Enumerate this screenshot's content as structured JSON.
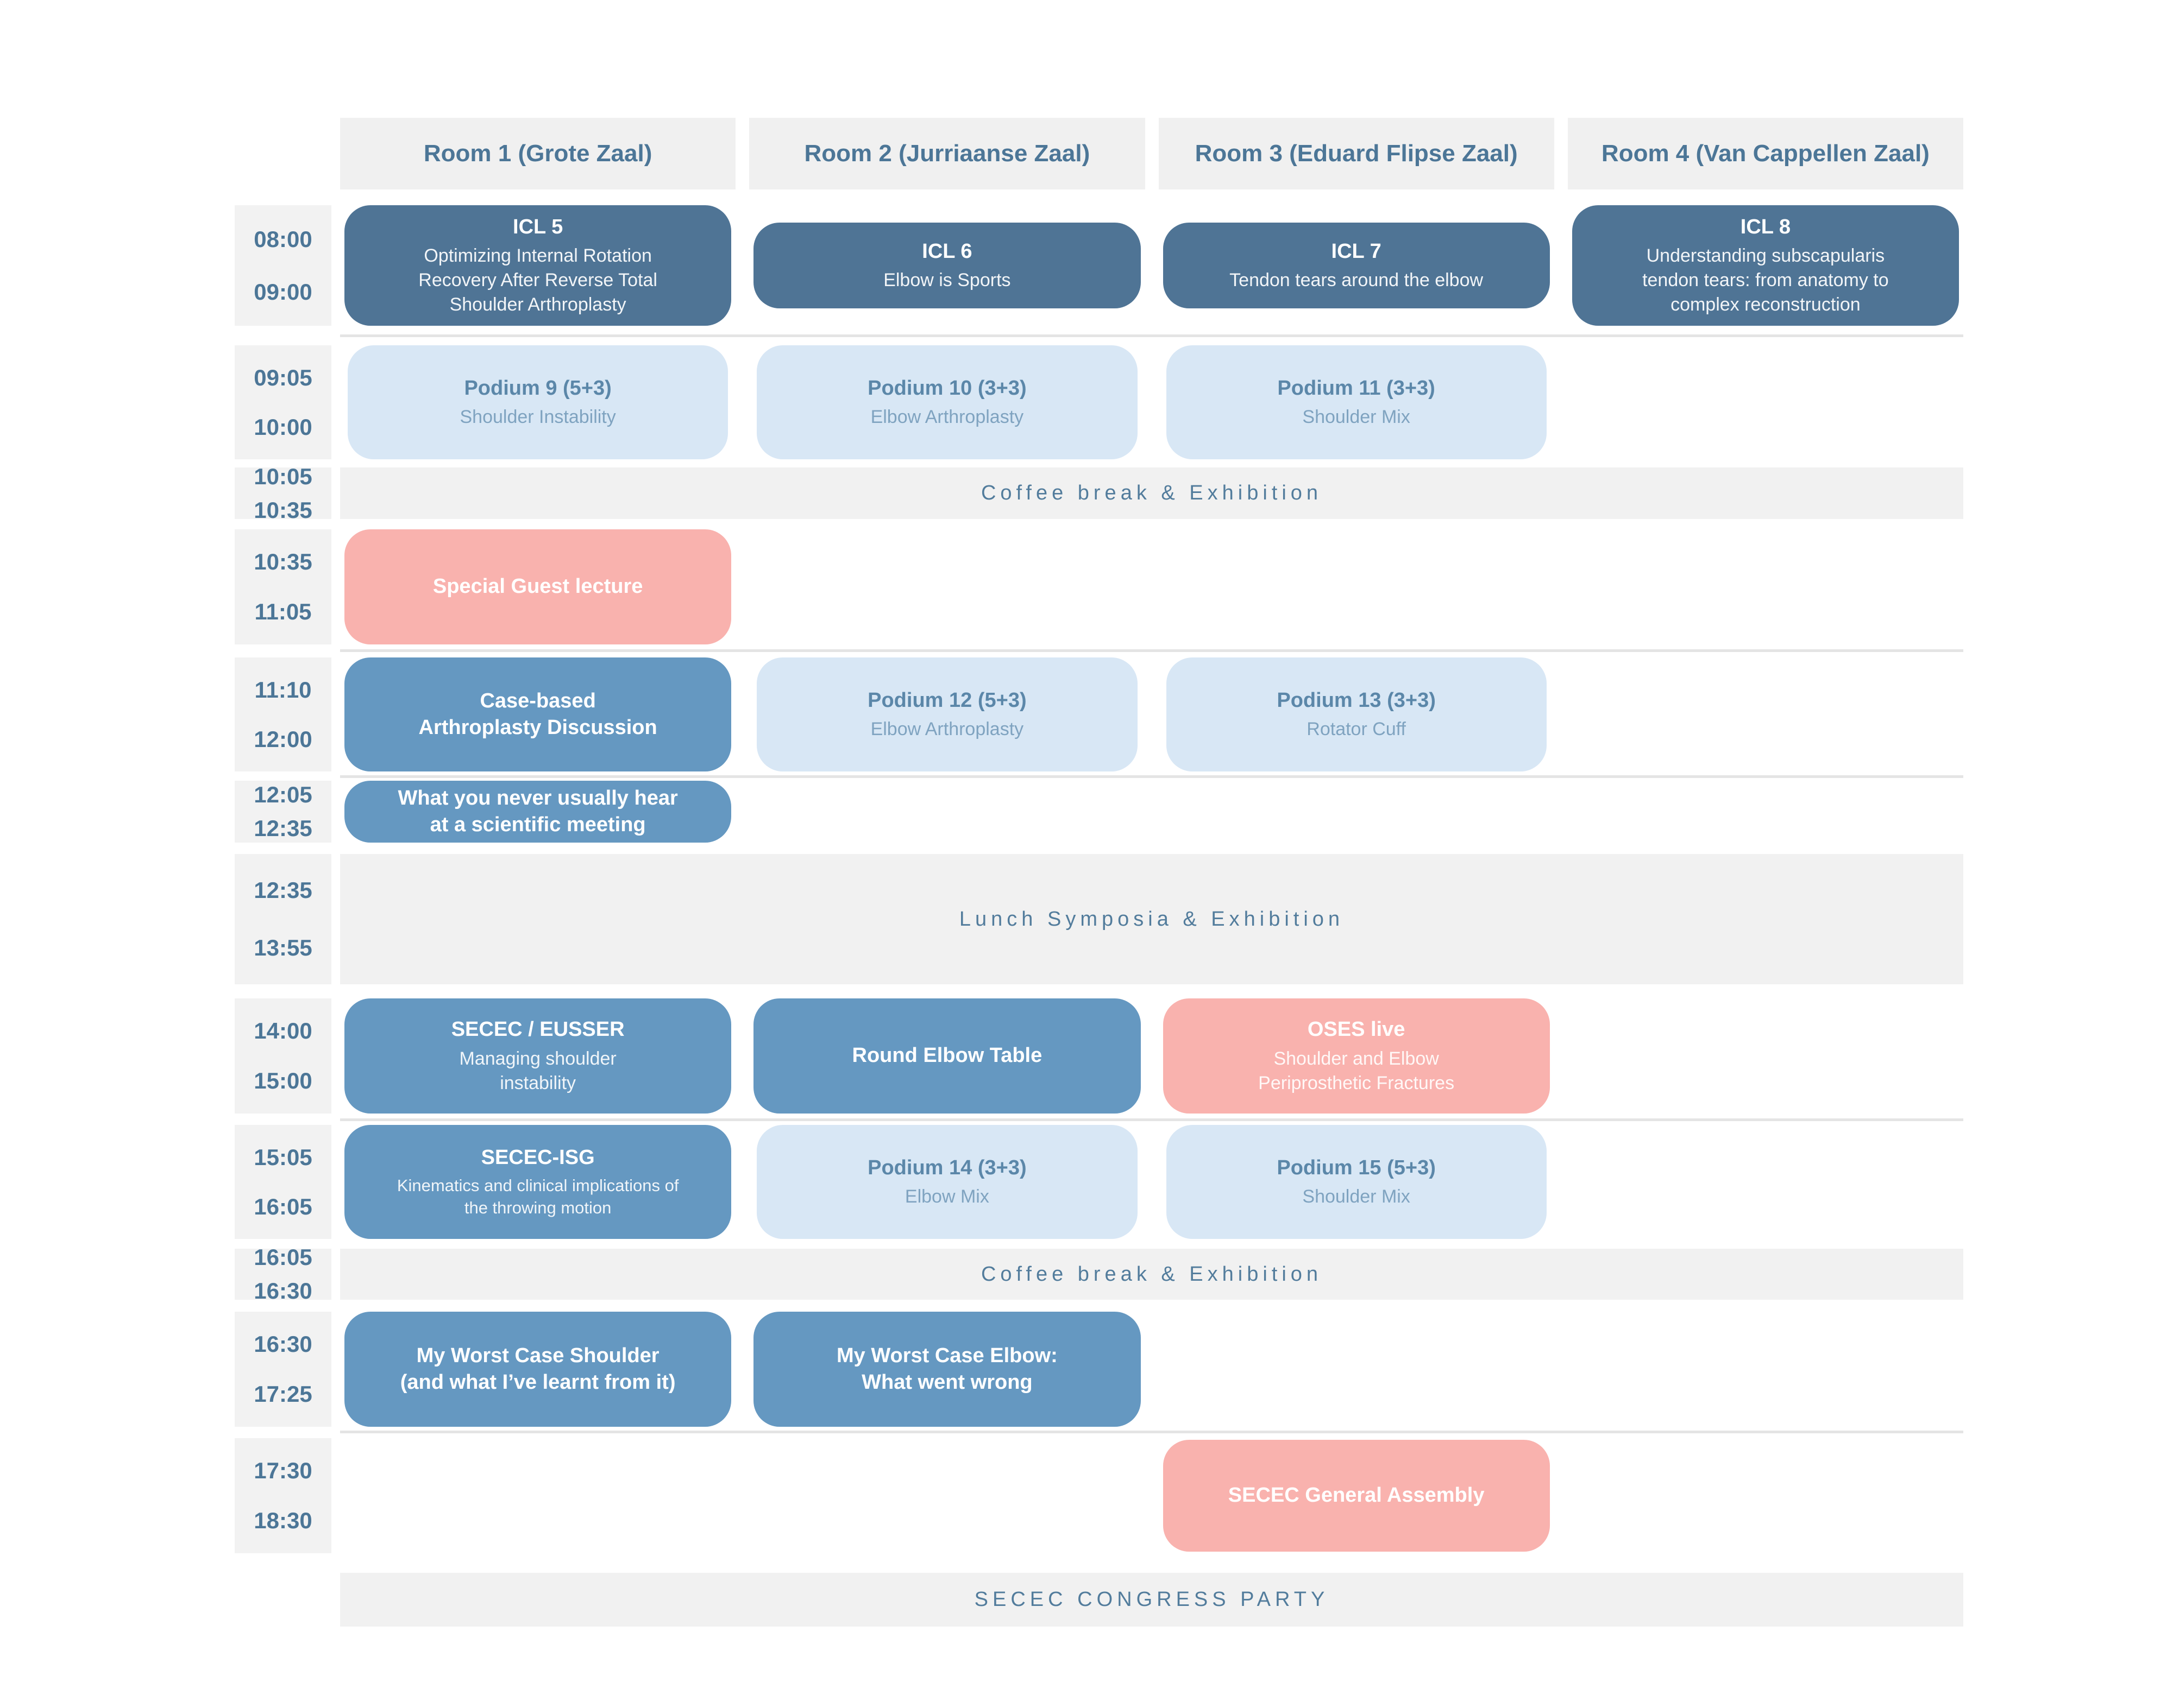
{
  "title": "SECEC congress day schedule",
  "colors": {
    "page_bg": "#ffffff",
    "header_bg": "#f0f0f0",
    "time_bg": "#f2f2f2",
    "band_bg": "#f1f1f1",
    "event_dark": "#4f7495",
    "event_medium": "#6598c1",
    "event_light": "#d8e7f5",
    "event_pink": "#f9b2ae",
    "text_blue": "#4c7697",
    "light_title": "#5b87a9",
    "light_subtitle": "#7fa3c0",
    "band_text": "#527c9c",
    "divider": "#e4e4e4"
  },
  "rooms": [
    {
      "label": "Room 1 (Grote Zaal)"
    },
    {
      "label": "Room 2 (Jurriaanse Zaal)"
    },
    {
      "label": "Room 3 (Eduard Flipse Zaal)"
    },
    {
      "label": "Room 4 (Van Cappellen Zaal)"
    }
  ],
  "rows": [
    {
      "id": "icl",
      "times": [
        "08:00",
        "09:00"
      ],
      "time_layout": "spread",
      "events": [
        {
          "col": 1,
          "type": "dark",
          "name": "icl-5",
          "title": "ICL 5",
          "subtitle": "Optimizing Internal Rotation\nRecovery After Reverse Total\nShoulder Arthroplasty"
        },
        {
          "col": 2,
          "type": "dark",
          "name": "icl-6",
          "title": "ICL 6",
          "subtitle": "Elbow is Sports"
        },
        {
          "col": 3,
          "type": "dark",
          "name": "icl-7",
          "title": "ICL 7",
          "subtitle": "Tendon tears around the elbow"
        },
        {
          "col": 4,
          "type": "dark",
          "name": "icl-8",
          "title": "ICL 8",
          "subtitle": "Understanding subscapularis\ntendon tears: from anatomy to\ncomplex reconstruction"
        }
      ]
    },
    {
      "id": "podium-morning",
      "times": [
        "09:05",
        "10:00"
      ],
      "time_layout": "spread",
      "events": [
        {
          "col": 1,
          "type": "light",
          "name": "podium-9",
          "title": "Podium 9 (5+3)",
          "subtitle": "Shoulder Instability"
        },
        {
          "col": 2,
          "type": "light",
          "name": "podium-10",
          "title": "Podium 10 (3+3)",
          "subtitle": "Elbow Arthroplasty"
        },
        {
          "col": 3,
          "type": "light",
          "name": "podium-11",
          "title": "Podium 11 (3+3)",
          "subtitle": "Shoulder Mix"
        }
      ]
    },
    {
      "id": "coffee-1",
      "times": [
        "10:05",
        "10:35"
      ],
      "time_layout": "tight",
      "band": "Coffee break & Exhibition"
    },
    {
      "id": "guest-lecture",
      "times": [
        "10:35",
        "11:05"
      ],
      "time_layout": "spread",
      "events": [
        {
          "col": 1,
          "type": "pink",
          "name": "special-guest-lecture",
          "title": "Special Guest lecture"
        }
      ]
    },
    {
      "id": "late-morning",
      "times": [
        "11:10",
        "12:00"
      ],
      "time_layout": "spread",
      "events": [
        {
          "col": 1,
          "type": "medium",
          "name": "case-based-arthroplasty-discussion",
          "title": "Case-based\nArthroplasty Discussion"
        },
        {
          "col": 2,
          "type": "light",
          "name": "podium-12",
          "title": "Podium 12 (5+3)",
          "subtitle": "Elbow Arthroplasty"
        },
        {
          "col": 3,
          "type": "light",
          "name": "podium-13",
          "title": "Podium 13 (3+3)",
          "subtitle": "Rotator Cuff"
        }
      ]
    },
    {
      "id": "midday-talk",
      "times": [
        "12:05",
        "12:35"
      ],
      "time_layout": "tight",
      "events": [
        {
          "col": 1,
          "type": "medium",
          "name": "what-you-never-usually-hear",
          "title": "What you never usually hear\nat a scientific meeting"
        }
      ]
    },
    {
      "id": "lunch",
      "times": [
        "12:35",
        "13:55"
      ],
      "time_layout": "spread",
      "band": "Lunch Symposia & Exhibition"
    },
    {
      "id": "afternoon-1",
      "times": [
        "14:00",
        "15:00"
      ],
      "time_layout": "spread",
      "events": [
        {
          "col": 1,
          "type": "medium",
          "name": "secec-eusser",
          "title": "SECEC / EUSSER",
          "subtitle": "Managing shoulder\ninstability"
        },
        {
          "col": 2,
          "type": "medium",
          "name": "round-elbow-table",
          "title": "Round Elbow Table"
        },
        {
          "col": 3,
          "type": "pink",
          "name": "oses-live",
          "title": "OSES live",
          "subtitle": "Shoulder and Elbow\nPeriprosthetic Fractures"
        }
      ]
    },
    {
      "id": "afternoon-2",
      "times": [
        "15:05",
        "16:05"
      ],
      "time_layout": "spread",
      "events": [
        {
          "col": 1,
          "type": "medium",
          "name": "secec-isg",
          "title": "SECEC-ISG",
          "subtitle": "Kinematics and clinical implications of\nthe throwing motion",
          "small": true
        },
        {
          "col": 2,
          "type": "light",
          "name": "podium-14",
          "title": "Podium 14 (3+3)",
          "subtitle": "Elbow Mix"
        },
        {
          "col": 3,
          "type": "light",
          "name": "podium-15",
          "title": "Podium 15 (5+3)",
          "subtitle": "Shoulder Mix"
        }
      ]
    },
    {
      "id": "coffee-2",
      "times": [
        "16:05",
        "16:30"
      ],
      "time_layout": "tight",
      "band": "Coffee break & Exhibition"
    },
    {
      "id": "worst-case",
      "times": [
        "16:30",
        "17:25"
      ],
      "time_layout": "spread",
      "events": [
        {
          "col": 1,
          "type": "medium",
          "name": "my-worst-case-shoulder",
          "title": "My Worst Case Shoulder\n(and what I’ve learnt from it)"
        },
        {
          "col": 2,
          "type": "medium",
          "name": "my-worst-case-elbow",
          "title": "My Worst Case Elbow:\nWhat went wrong"
        }
      ]
    },
    {
      "id": "general-assembly",
      "times": [
        "17:30",
        "18:30"
      ],
      "time_layout": "spread",
      "events": [
        {
          "col": 3,
          "type": "pink",
          "name": "secec-general-assembly",
          "title": "SECEC General Assembly"
        }
      ]
    },
    {
      "id": "party",
      "times": [],
      "time_layout": "tight",
      "band": "SECEC CONGRESS PARTY"
    }
  ]
}
